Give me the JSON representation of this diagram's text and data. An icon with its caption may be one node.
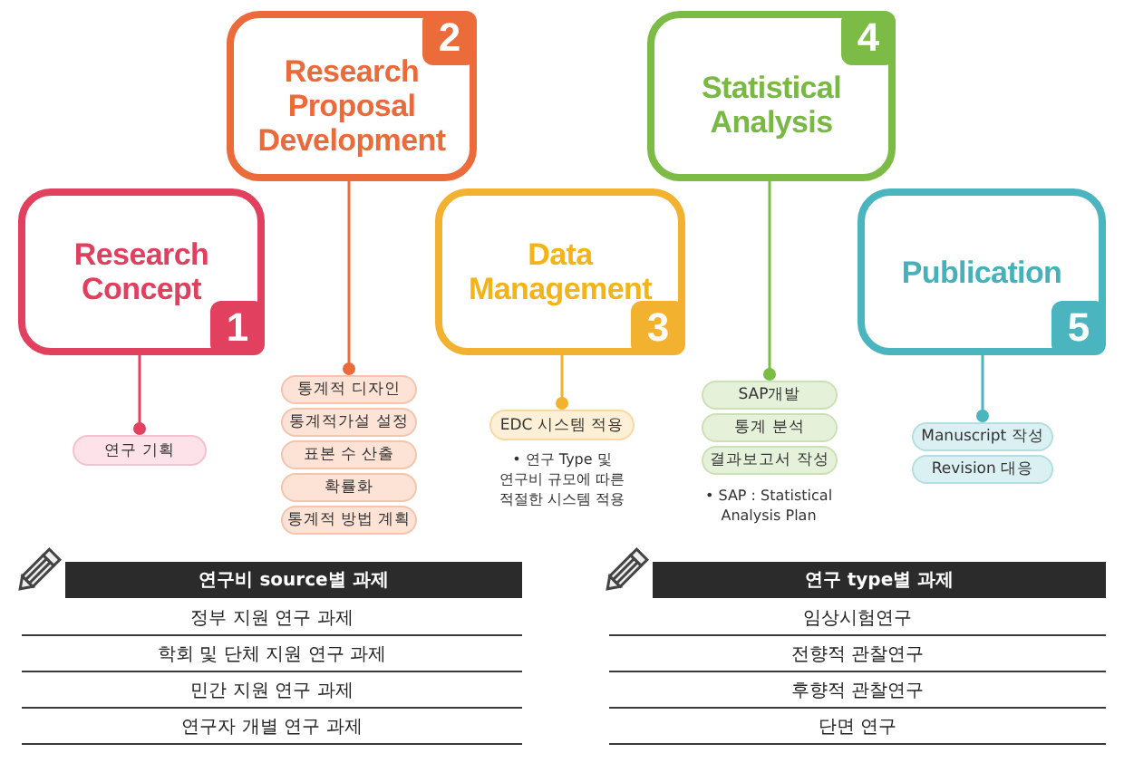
{
  "diagram": {
    "nodes": [
      {
        "text": [
          "Research Concept",
          "1"
        ]
      },
      {
        "text": [
          "2",
          "Research Proposal Development"
        ]
      },
      {
        "text": [
          "Data Management",
          "3"
        ]
      },
      {
        "text": [
          "4",
          "Statistical Analysis"
        ]
      },
      {
        "text": [
          "Publication",
          "5"
        ]
      },
      {
        "text": [
          "연구 기획"
        ]
      },
      {
        "text": [
          "통계적 디자인"
        ]
      },
      {
        "text": [
          "통계적가설 설정"
        ]
      },
      {
        "text": [
          "표본 수 산출"
        ]
      },
      {
        "text": [
          "확률화"
        ]
      },
      {
        "text": [
          "통계적 방법 계획"
        ]
      },
      {
        "text": [
          "EDC 시스템 적용"
        ],
        "beside": [
          "• 연구 Type 및 연구비 규모에 따른 적절한 시스템 적용"
        ]
      },
      {
        "text": [
          "SAP개발"
        ]
      },
      {
        "text": [
          "통계 분석"
        ]
      },
      {
        "text": [
          "결과보고서 작성"
        ],
        "beside": [
          "• SAP : Statistical Analysis Plan"
        ]
      },
      {
        "text": [
          "Manuscript 작성"
        ]
      },
      {
        "text": [
          "Revision 대응"
        ]
      }
    ],
    "edges": [
      {
        "from": 0,
        "to": 5,
        "arrow": "other",
        "color": "#e2405f"
      },
      {
        "from": 1,
        "to": 6,
        "arrow": "other",
        "color": "#ec6b3b"
      },
      {
        "from": 2,
        "to": 11,
        "arrow": "other",
        "color": "#f2b12f"
      },
      {
        "from": 3,
        "to": 12,
        "arrow": "other",
        "color": "#7cbb46"
      },
      {
        "from": 4,
        "to": 15,
        "arrow": "other",
        "color": "#4ab5be"
      }
    ],
    "labels": [
      "연구비 source별 과제",
      "정부 지원 연구 과제",
      "학회 및 단체 지원 연구 과제",
      "민간 지원 연구 과제",
      "연구자 개별 연구 과제",
      "연구 type별 과제",
      "임상시험연구",
      "전향적 관찰연구",
      "후향적 관찰연구",
      "단면 연구"
    ]
  }
}
